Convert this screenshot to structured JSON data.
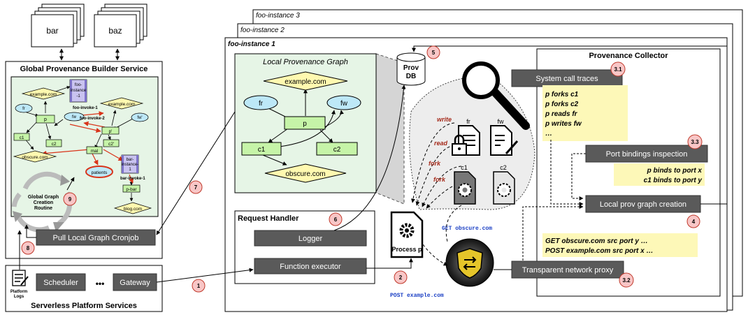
{
  "functions": {
    "bar": "bar",
    "baz": "baz"
  },
  "instances": {
    "i3": "foo-instance 3",
    "i2": "foo-instance 2",
    "i1": "foo-instance 1"
  },
  "gpb": {
    "title": "Global Provenance Builder Service",
    "nodes": {
      "example1": "example.com",
      "foo_instance": "foo-",
      "foo_instance2": "instance",
      "foo_instance3": "-1",
      "foo_invoke1": "foo-invoke-1",
      "fr": "fr",
      "p": "p",
      "fw": "fw",
      "foo_invoke2": "foo-invoke-2",
      "example2": "example.com",
      "fw2": "fw'",
      "c1": "c1",
      "c2": "c2",
      "pprime": "p'",
      "c2prime": "c2'",
      "obscure": "obscure.com",
      "mal": "mal",
      "patients": "patients",
      "bar_instance1": "bar-",
      "bar_instance2": "instance-",
      "bar_instance3": "1",
      "bar_invoke": "bar-invoke-1",
      "pbar": "p-bar",
      "blog": "blog.com"
    },
    "routine1": "Global Graph",
    "routine2": "Creation",
    "routine3": "Routine",
    "cronjob": "Pull Local Graph Cronjob"
  },
  "platform": {
    "title": "Serverless Platform Services",
    "logs1": "Platform",
    "logs2": "Logs",
    "scheduler": "Scheduler",
    "dots": "•••",
    "gateway": "Gateway"
  },
  "local": {
    "title": "Local Provenance Graph",
    "example": "example.com",
    "fr": "fr",
    "fw": "fw",
    "p": "p",
    "c1": "c1",
    "c2": "c2",
    "obscure": "obscure.com"
  },
  "provdb1": "Prov",
  "provdb2": "DB",
  "middle": {
    "write": "write",
    "read": "read",
    "fork1": "fork",
    "fork2": "fork",
    "fr": "fr",
    "fw": "fw",
    "c1": "c1",
    "c2": "c2",
    "process": "Process p",
    "get": "GET obscure.com",
    "post": "POST example.com"
  },
  "handler": {
    "title": "Request Handler",
    "logger": "Logger",
    "executor": "Function executor"
  },
  "collector": {
    "title": "Provenance Collector",
    "syscall": "System call traces",
    "traces": [
      "p forks c1",
      "p forks c2",
      "p reads fr",
      "p writes fw",
      "…"
    ],
    "port": "Port bindings inspection",
    "bindings": [
      "p binds to port x",
      "c1 binds to port y"
    ],
    "local_graph": "Local prov graph creation",
    "requests": [
      "GET obscure.com src port y …",
      "POST example.com src port x …"
    ],
    "proxy": "Transparent network proxy"
  },
  "steps": [
    "1",
    "2",
    "3.1",
    "3.2",
    "3.3",
    "4",
    "5",
    "6",
    "7",
    "8",
    "9"
  ]
}
